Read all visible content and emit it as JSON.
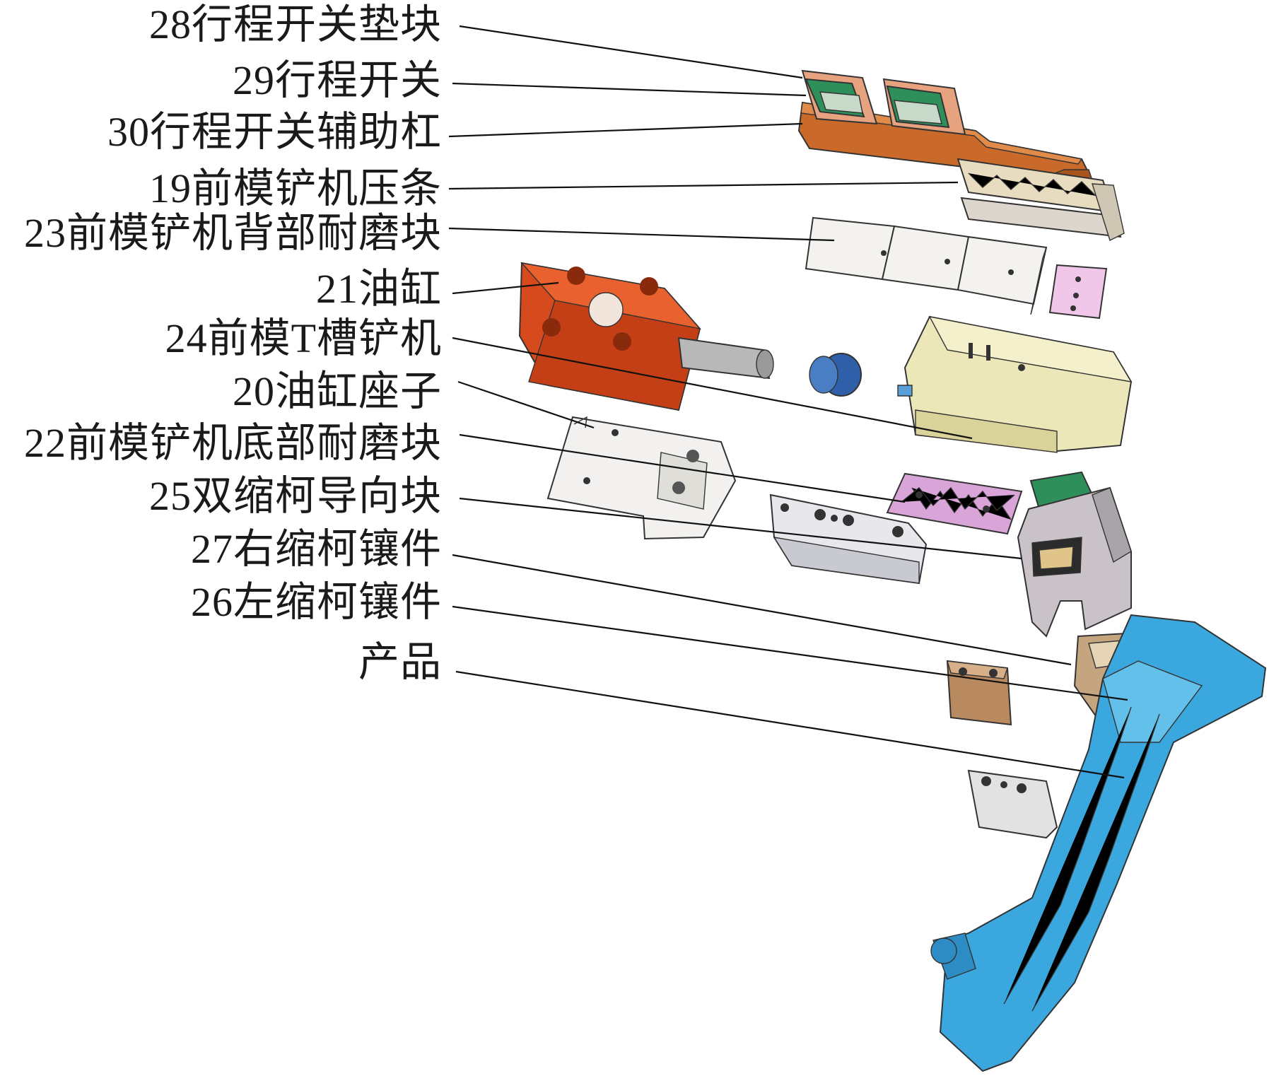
{
  "callouts": [
    {
      "id": "28",
      "text": "28行程开关垫块"
    },
    {
      "id": "29",
      "text": "29行程开关"
    },
    {
      "id": "30",
      "text": "30行程开关辅助杠"
    },
    {
      "id": "19",
      "text": "19前模铲机压条"
    },
    {
      "id": "23",
      "text": "23前模铲机背部耐磨块"
    },
    {
      "id": "21",
      "text": "21油缸"
    },
    {
      "id": "24",
      "text": "24前模T槽铲机"
    },
    {
      "id": "20",
      "text": "20油缸座子"
    },
    {
      "id": "22",
      "text": "22前模铲机底部耐磨块"
    },
    {
      "id": "25",
      "text": "25双缩柯导向块"
    },
    {
      "id": "27",
      "text": "27右缩柯镶件"
    },
    {
      "id": "26",
      "text": "26左缩柯镶件"
    },
    {
      "id": "product",
      "text": "产品"
    }
  ],
  "colors": {
    "switch_pad": "#e7a27f",
    "switch": "#2f8f5a",
    "aux_bar": "#c96a2a",
    "press_strip": "#e8dcc0",
    "wear_block": "#f4f2ee",
    "cylinder": "#d64a1e",
    "t_slot_shovel": "#ece7b8",
    "cylinder_seat": "#2e5fa8",
    "bottom_wear": "#d9a4d8",
    "guide_block": "#c9c2c8",
    "right_insert": "#c4a580",
    "left_insert": "#b98a60",
    "product": "#3aa8df"
  }
}
